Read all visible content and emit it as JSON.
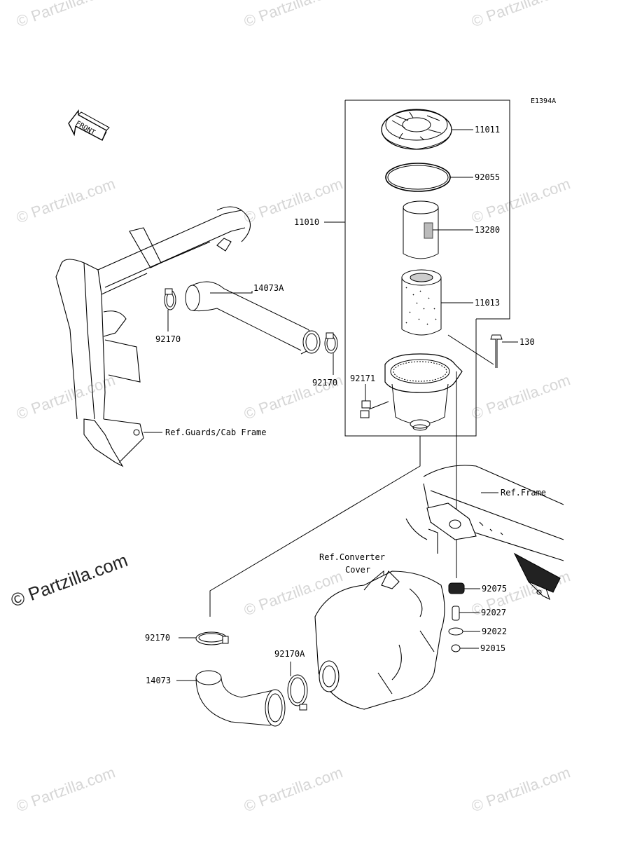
{
  "diagram_code": "E1394A",
  "front_tag": "FRONT",
  "watermark": "© Partzilla.com",
  "brand_mark": "© Partzilla.com",
  "parts": {
    "p11011": "11011",
    "p92055": "92055",
    "p13280": "13280",
    "p11010": "11010",
    "p11013": "11013",
    "p130": "130",
    "p14073A": "14073A",
    "p92170_a": "92170",
    "p92170_b": "92170",
    "p92171": "92171",
    "p92075": "92075",
    "p92027": "92027",
    "p92022": "92022",
    "p92015": "92015",
    "p92170_c": "92170",
    "p92170A": "92170A",
    "p14073": "14073"
  },
  "refs": {
    "guards": "Ref.Guards/Cab Frame",
    "frame": "Ref.Frame",
    "converter_1": "Ref.Converter",
    "converter_2": "Cover"
  }
}
